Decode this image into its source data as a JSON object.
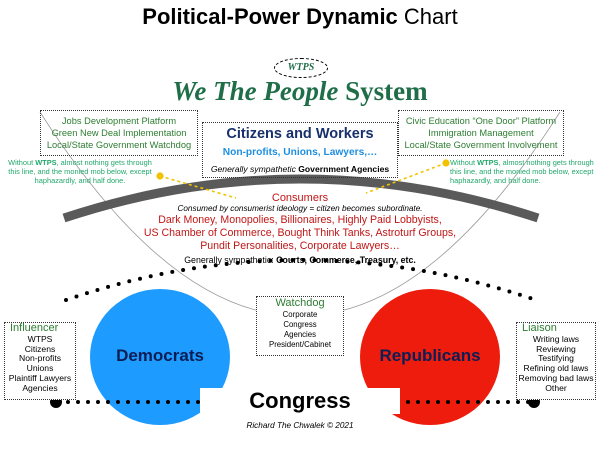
{
  "title": {
    "bold": "Political-Power Dynamic",
    "normal": " Chart"
  },
  "badge": "WTPS",
  "system_title": {
    "part1": "We The People",
    "part2": " System"
  },
  "left_box": [
    "Jobs Development Platform",
    "Green New Deal Implementation",
    "Local/State Government Watchdog"
  ],
  "right_box": [
    "Civic Education “One Door” Platform",
    "Immigration Management",
    "Local/State Government Involvement"
  ],
  "center": {
    "heading": "Citizens and Workers",
    "subheading": "Non-profits, Unions, Lawyers,…",
    "gov_prefix": "Generally sympathetic ",
    "gov_bold": "Government Agencies"
  },
  "side_note": {
    "pre": "Without ",
    "bold": "WTPS",
    "post": ", almost nothing gets through this line, and the monied mob below, except haphazardly, and half done."
  },
  "consumers": {
    "heading": "Consumers",
    "subtitle": "Consumed by consumerist ideology = citizen becomes subordinate.",
    "lines": [
      "Dark Money, Monopolies, Billionaires, Highly Paid Lobbyists,",
      "US Chamber of Commerce, Bought Think Tanks, Astroturf Groups,",
      "Pundit Personalities, Corporate Lawyers…"
    ],
    "courts_prefix": "Generally sympathetic: ",
    "courts_bold": "Courts, Commerce, Treasury, etc."
  },
  "watchdog": {
    "title": "Watchdog",
    "items": [
      "Corporate",
      "Congress",
      "Agencies",
      "President/Cabinet"
    ]
  },
  "influencer": {
    "title": "Influencer",
    "items": [
      "WTPS",
      "Citizens",
      "Non-profits",
      "Unions",
      "Plaintiff Lawyers",
      "Agencies"
    ]
  },
  "liaison": {
    "title": "Liaison",
    "items": [
      "Writing laws",
      "Reviewing",
      "Testifying",
      "Refining old laws",
      "Removing bad laws",
      "Other"
    ]
  },
  "parties": {
    "left": "Democrats",
    "right": "Republicans"
  },
  "congress": "Congress",
  "credit": "Richard The Chwalek © 2021",
  "colors": {
    "green": "#2e7d32",
    "teal": "#22a86b",
    "red": "#c01616",
    "blue_party": "#1e9bff",
    "red_party": "#ee1c0c",
    "navy": "#17306b",
    "yellow_arrow": "#f2c200",
    "arc_gray": "#5a5a5a"
  }
}
